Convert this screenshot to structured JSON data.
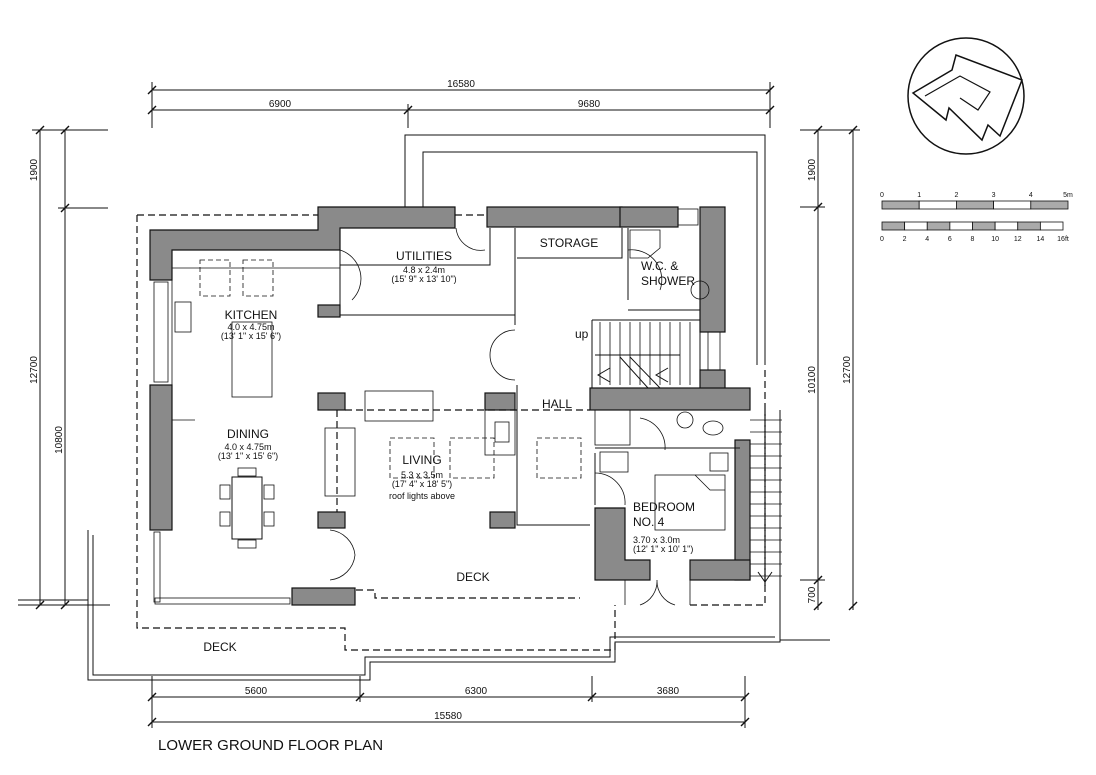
{
  "title": "LOWER GROUND FLOOR PLAN",
  "dimensions": {
    "top_total": "16580",
    "top_left": "6900",
    "top_right": "9680",
    "left_top": "1900",
    "left_total": "12700",
    "left_main": "10800",
    "right_top": "1900",
    "right_main": "10100",
    "right_total": "12700",
    "right_bottom": "700",
    "bottom_1": "5600",
    "bottom_2": "6300",
    "bottom_3": "3680",
    "bottom_total": "15580"
  },
  "rooms": {
    "utilities": {
      "name": "UTILITIES",
      "metric": "4.8 x 2.4m",
      "imperial": "(15' 9\" x 13' 10\")"
    },
    "storage": {
      "name": "STORAGE"
    },
    "wc": {
      "name1": "W.C. &",
      "name2": "SHOWER"
    },
    "kitchen": {
      "name": "KITCHEN",
      "metric": "4.0 x 4.75m",
      "imperial": "(13' 1\" x 15' 6\")"
    },
    "dining": {
      "name": "DINING",
      "metric": "4.0 x 4.75m",
      "imperial": "(13' 1\" x 15' 6\")"
    },
    "living": {
      "name": "LIVING",
      "metric": "5.3 x 3.5m",
      "imperial": "(17' 4\" x 18' 5\")",
      "note": "roof lights above"
    },
    "hall": {
      "name": "HALL",
      "stair": "up"
    },
    "bedroom": {
      "name1": "BEDROOM",
      "name2": "NO. 4",
      "metric": "3.70 x 3.0m",
      "imperial": "(12' 1\" x 10' 1\")"
    },
    "deck_right": {
      "name": "DECK"
    },
    "deck_left": {
      "name": "DECK"
    }
  },
  "scale_bar": {
    "metric": [
      "0",
      "1",
      "2",
      "3",
      "4",
      "5m"
    ],
    "imperial": [
      "0",
      "2",
      "4",
      "6",
      "8",
      "10",
      "12",
      "14",
      "16ft"
    ]
  },
  "colors": {
    "wall": "#8a8a8a",
    "line": "#111111"
  }
}
